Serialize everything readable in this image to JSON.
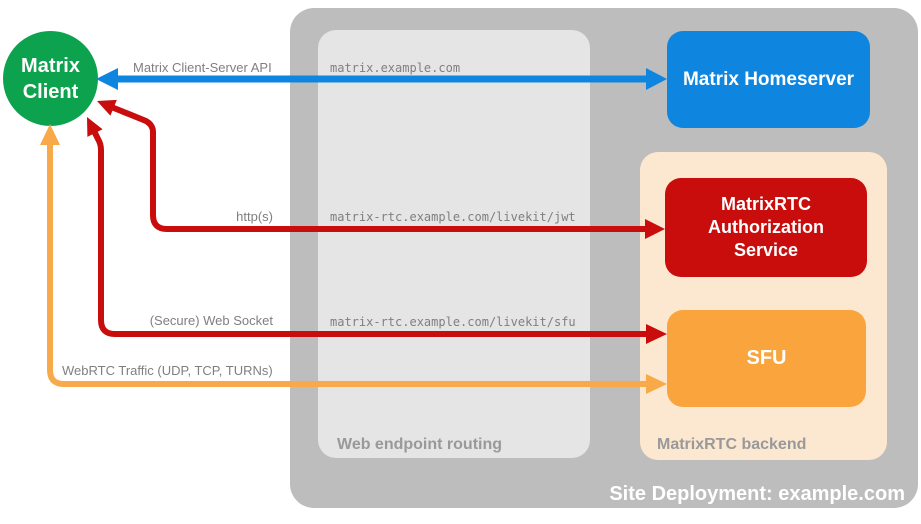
{
  "colors": {
    "green": "#0ca24e",
    "blue": "#0e86df",
    "red": "#c90d0d",
    "orange": "#f9a43c",
    "orange_line": "#f8a94a",
    "peach": "#fce8d1",
    "container_gray": "#bdbdbd",
    "panel_gray": "#e5e5e5",
    "text_gray": "#7f7f7f",
    "section_text_gray": "#999999",
    "white": "#ffffff"
  },
  "nodes": {
    "matrix_client": {
      "label": "Matrix Client"
    },
    "matrix_homeserver": {
      "label": "Matrix Homeserver"
    },
    "matrixrtc_auth_service": {
      "label": "MatrixRTC Authorization Service"
    },
    "sfu": {
      "label": "SFU"
    }
  },
  "containers": {
    "site_deployment": {
      "label": "Site Deployment: example.com"
    },
    "web_endpoint_routing": {
      "label": "Web endpoint routing"
    },
    "matrixrtc_backend": {
      "label": "MatrixRTC backend"
    }
  },
  "connections": {
    "client_server_api": {
      "label": "Matrix Client-Server API",
      "endpoint": "matrix.example.com",
      "from": "Matrix Client",
      "to": "Matrix Homeserver",
      "bidirectional": true
    },
    "http": {
      "label": "http(s)",
      "endpoint": "matrix-rtc.example.com/livekit/jwt",
      "from": "Matrix Client",
      "to": "MatrixRTC Authorization Service",
      "bidirectional": true
    },
    "websocket": {
      "label": "(Secure) Web Socket",
      "endpoint": "matrix-rtc.example.com/livekit/sfu",
      "from": "Matrix Client",
      "to": "SFU",
      "bidirectional": true
    },
    "webrtc": {
      "label": "WebRTC Traffic (UDP, TCP, TURNs)",
      "from": "Matrix Client",
      "to": "SFU",
      "bidirectional": true
    }
  }
}
